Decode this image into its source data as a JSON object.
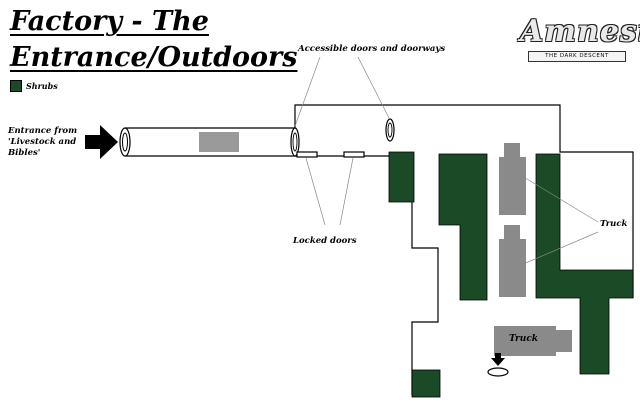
{
  "title": {
    "line1": "Factory - The",
    "line2": "Entrance/Outdoors"
  },
  "legend": {
    "label": "Shrubs",
    "color": "#1b4a26"
  },
  "labels": {
    "entrance": [
      "Entrance from",
      "'Livestock and",
      "Bibles'"
    ],
    "accessible_doors": "Accessible doors and doorways",
    "locked_doors": "Locked doors",
    "truck_right": "Truck",
    "truck_bottom": "Truck"
  },
  "logo": {
    "word": "Amnesia",
    "subtitle": "THE DARK DESCENT"
  },
  "colors": {
    "shrub": "#1b4a26",
    "truck": "#8a8a8a",
    "wall": "#000000"
  },
  "icons": {
    "entrance_arrow": "arrow-right-icon",
    "exit_arrow": "arrow-down-icon"
  }
}
